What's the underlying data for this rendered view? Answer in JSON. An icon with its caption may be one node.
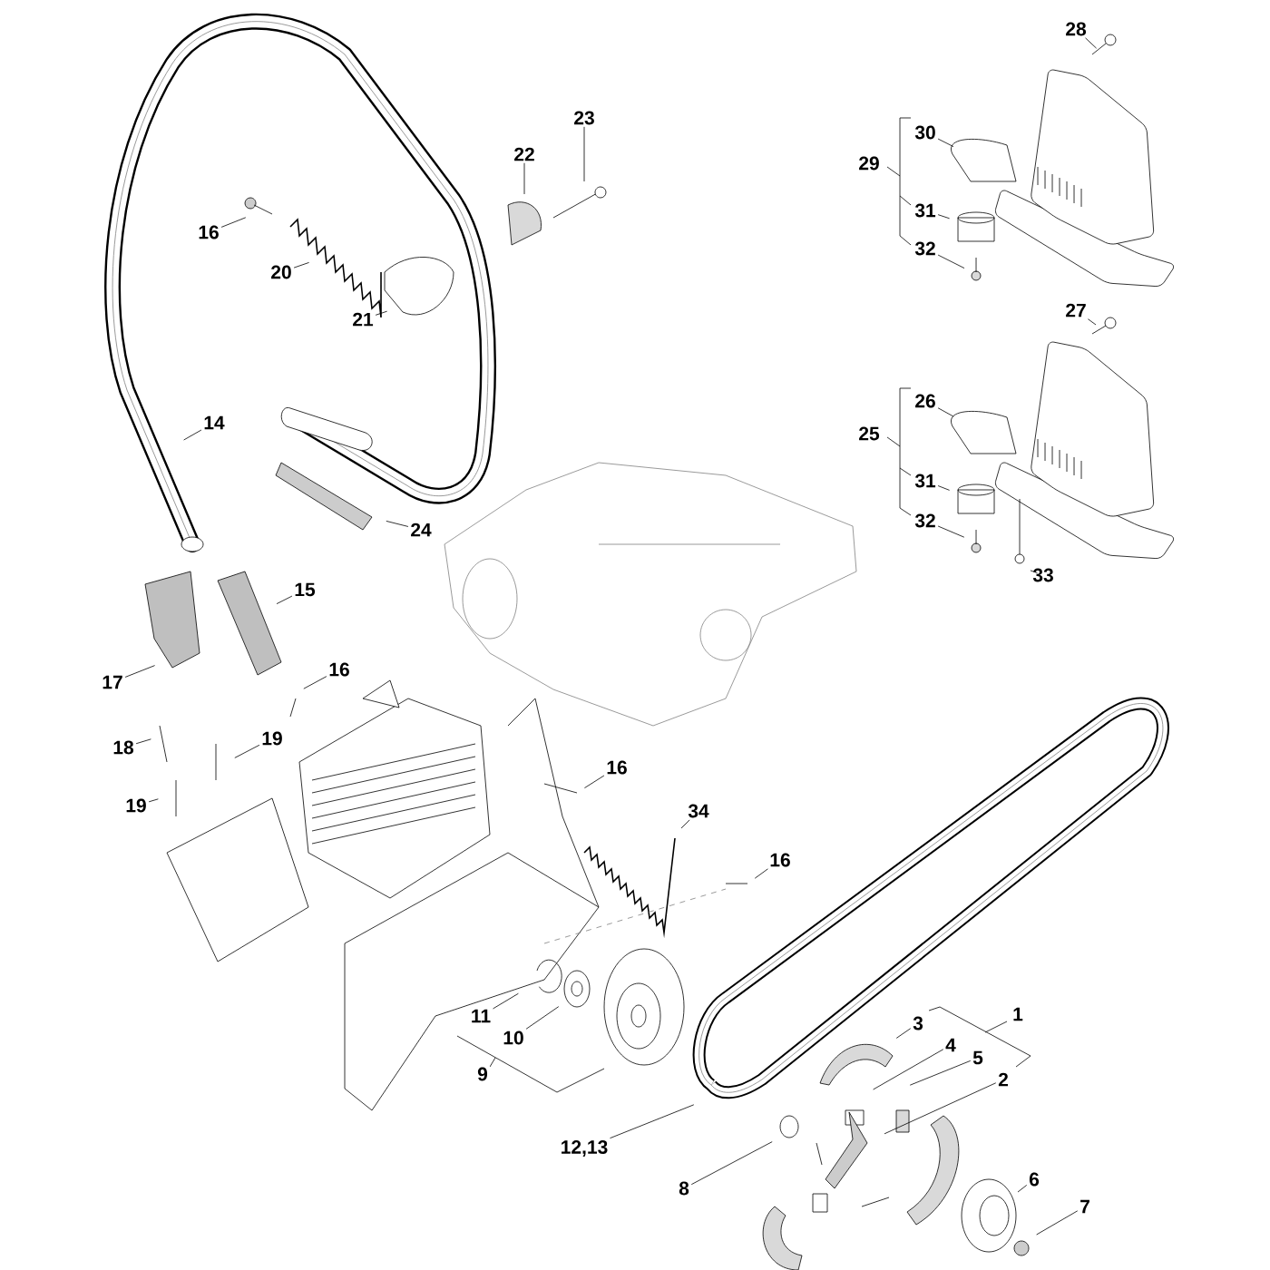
{
  "diagram": {
    "nodes": [
      {
        "text": [
          "28"
        ]
      },
      {
        "text": [
          "23"
        ]
      },
      {
        "text": [
          "22"
        ]
      },
      {
        "text": [
          "30"
        ]
      },
      {
        "text": [
          "29"
        ]
      },
      {
        "text": [
          "31"
        ]
      },
      {
        "text": [
          "16"
        ]
      },
      {
        "text": [
          "32"
        ]
      },
      {
        "text": [
          "20"
        ]
      },
      {
        "text": [
          "21"
        ]
      },
      {
        "text": [
          "27"
        ]
      },
      {
        "text": [
          "26"
        ]
      },
      {
        "text": [
          "25"
        ]
      },
      {
        "text": [
          "14"
        ]
      },
      {
        "text": [
          "31"
        ]
      },
      {
        "text": [
          "32"
        ]
      },
      {
        "text": [
          "24"
        ]
      },
      {
        "text": [
          "33"
        ]
      },
      {
        "text": [
          "15"
        ]
      },
      {
        "text": [
          "16"
        ]
      },
      {
        "text": [
          "17"
        ]
      },
      {
        "text": [
          "19"
        ]
      },
      {
        "text": [
          "18"
        ]
      },
      {
        "text": [
          "16"
        ]
      },
      {
        "text": [
          "19"
        ]
      },
      {
        "text": [
          "34"
        ]
      },
      {
        "text": [
          "16"
        ]
      },
      {
        "text": [
          "11"
        ]
      },
      {
        "text": [
          "10"
        ]
      },
      {
        "text": [
          "3"
        ]
      },
      {
        "text": [
          "1"
        ]
      },
      {
        "text": [
          "4"
        ]
      },
      {
        "text": [
          "9"
        ]
      },
      {
        "text": [
          "5"
        ]
      },
      {
        "text": [
          "2"
        ]
      },
      {
        "text": [
          "12,13"
        ]
      },
      {
        "text": [
          "6"
        ]
      },
      {
        "text": [
          "8"
        ]
      },
      {
        "text": [
          "7"
        ]
      }
    ],
    "edges": [
      {
        "from": 0,
        "to": null,
        "arrow": "none"
      },
      {
        "from": 1,
        "to": null,
        "arrow": "none"
      },
      {
        "from": 2,
        "to": null,
        "arrow": "none"
      },
      {
        "from": 3,
        "to": null,
        "arrow": "none"
      },
      {
        "from": 5,
        "to": null,
        "arrow": "none"
      },
      {
        "from": 6,
        "to": null,
        "arrow": "none"
      },
      {
        "from": 7,
        "to": null,
        "arrow": "none"
      },
      {
        "from": 8,
        "to": null,
        "arrow": "none"
      },
      {
        "from": 9,
        "to": null,
        "arrow": "none"
      },
      {
        "from": 10,
        "to": null,
        "arrow": "none"
      },
      {
        "from": 11,
        "to": null,
        "arrow": "none"
      },
      {
        "from": 13,
        "to": null,
        "arrow": "none"
      },
      {
        "from": 14,
        "to": null,
        "arrow": "none"
      },
      {
        "from": 15,
        "to": null,
        "arrow": "none"
      },
      {
        "from": 16,
        "to": null,
        "arrow": "none"
      },
      {
        "from": 17,
        "to": null,
        "arrow": "none"
      },
      {
        "from": 18,
        "to": null,
        "arrow": "none"
      },
      {
        "from": 19,
        "to": null,
        "arrow": "none"
      },
      {
        "from": 20,
        "to": null,
        "arrow": "none"
      },
      {
        "from": 21,
        "to": null,
        "arrow": "none"
      },
      {
        "from": 22,
        "to": null,
        "arrow": "none"
      },
      {
        "from": 23,
        "to": null,
        "arrow": "none"
      },
      {
        "from": 24,
        "to": null,
        "arrow": "none"
      },
      {
        "from": 25,
        "to": null,
        "arrow": "none"
      },
      {
        "from": 26,
        "to": null,
        "arrow": "none"
      },
      {
        "from": 27,
        "to": null,
        "arrow": "none"
      },
      {
        "from": 28,
        "to": null,
        "arrow": "none"
      },
      {
        "from": 29,
        "to": null,
        "arrow": "none"
      },
      {
        "from": 31,
        "to": null,
        "arrow": "none"
      },
      {
        "from": 33,
        "to": null,
        "arrow": "none"
      },
      {
        "from": 34,
        "to": null,
        "arrow": "none"
      },
      {
        "from": 35,
        "to": null,
        "arrow": "none"
      },
      {
        "from": 36,
        "to": null,
        "arrow": "none"
      },
      {
        "from": 37,
        "to": null,
        "arrow": "none"
      },
      {
        "from": 38,
        "to": null,
        "arrow": "none"
      }
    ]
  }
}
